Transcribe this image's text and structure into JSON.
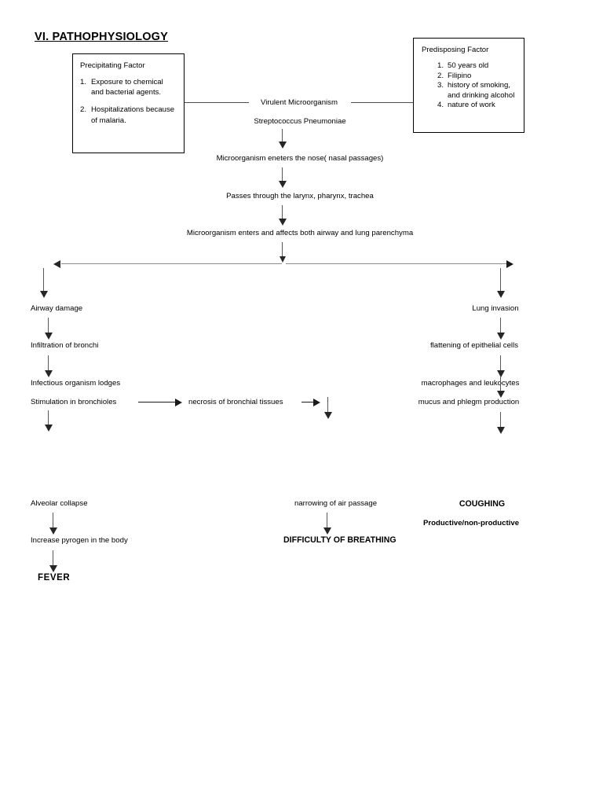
{
  "page": {
    "title": "VI. PATHOPHYSIOLOGY"
  },
  "precipitating_factor": {
    "heading": "Precipitating Factor",
    "items": [
      {
        "number": "1.",
        "text": "Exposure to chemical and bacterial agents."
      },
      {
        "number": "2.",
        "text": "Hospitalizations because of malaria."
      }
    ]
  },
  "predisposing_factor": {
    "heading": "Predisposing Factor",
    "items": [
      {
        "number": "1.",
        "text": "50 years old"
      },
      {
        "number": "2.",
        "text": "Filipino"
      },
      {
        "number": "3.",
        "text": "history of smoking,  and drinking alcohol"
      },
      {
        "number": "4.",
        "text": "nature of work"
      }
    ]
  },
  "main_flow": {
    "virulent": "Virulent Microorganism",
    "organism": "Streptococcus Pneumoniae",
    "nose": "Microorganism eneters the nose( nasal passages)",
    "larynx": "Passes through the larynx, pharynx, trachea",
    "parenchyma": "Microorganism enters and affects both airway and lung parenchyma"
  },
  "left_branch": {
    "airway_damage": "Airway damage",
    "infiltration": "Infiltration of bronchi",
    "lodges": "Infectious organism lodges",
    "stimulation": "Stimulation in bronchioles",
    "alveolar_collapse": "Alveolar collapse",
    "pyrogen": "Increase pyrogen in the body",
    "fever": "FEVER"
  },
  "middle_branch": {
    "necrosis": "necrosis of bronchial tissues",
    "narrowing": "narrowing of air passage",
    "difficulty": "DIFFICULTY OF BREATHING"
  },
  "right_branch": {
    "lung_invasion": "Lung invasion",
    "flattening": "flattening of epithelial cells",
    "macrophages": "macrophages and leukocytes",
    "mucus": "mucus and phlegm production",
    "coughing": "COUGHING",
    "productive": "Productive/non-productive"
  },
  "colors": {
    "text": "#000000",
    "arrow": "#262626",
    "line": "#8c8c8c",
    "box_border": "#000000",
    "background": "#ffffff"
  }
}
